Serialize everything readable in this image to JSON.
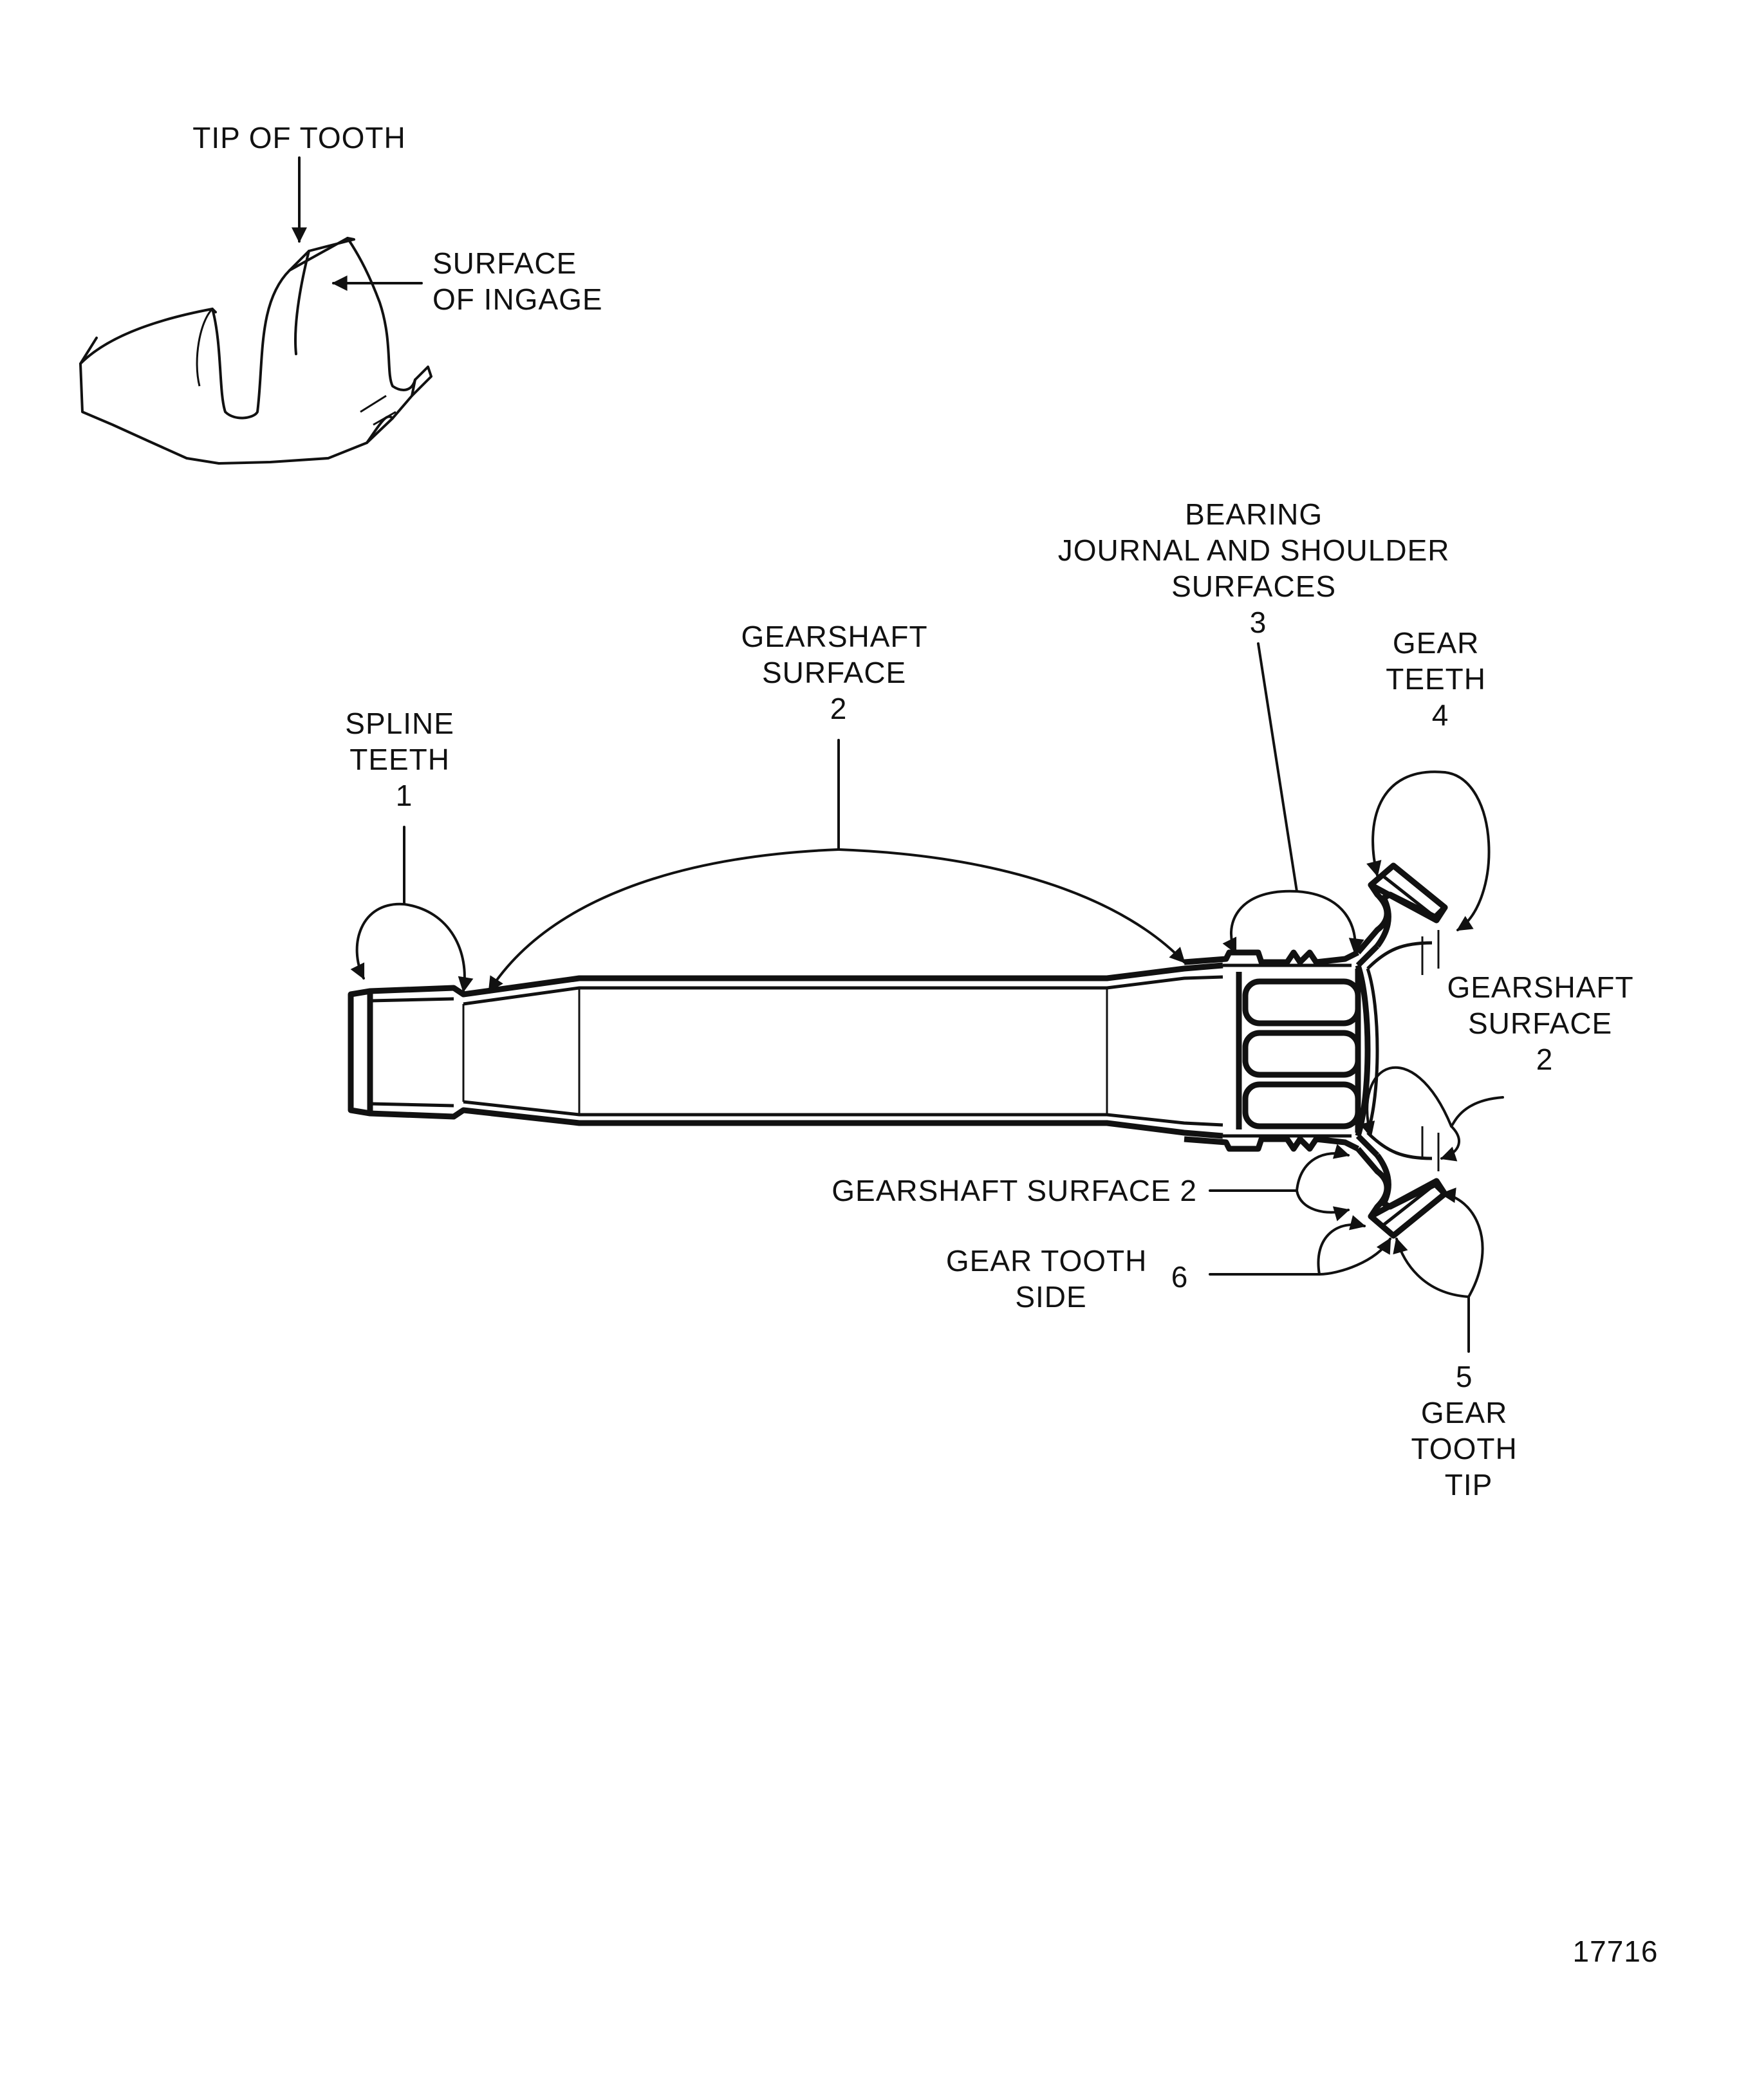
{
  "inset": {
    "tip_of_tooth": "TIP OF TOOTH",
    "surface_of_ingage": [
      "SURFACE",
      "OF INGAGE"
    ]
  },
  "labels": {
    "spline_teeth": [
      "SPLINE",
      "TEETH",
      "1"
    ],
    "gearshaft_surface_top": [
      "GEARSHAFT",
      "SURFACE",
      "2"
    ],
    "bearing_journal": [
      "BEARING",
      "JOURNAL AND SHOULDER",
      "SURFACES",
      "3"
    ],
    "gear_teeth": [
      "GEAR",
      "TEETH",
      "4"
    ],
    "gearshaft_surface_right": [
      "GEARSHAFT",
      "SURFACE",
      "2"
    ],
    "gearshaft_surface_lower": "GEARSHAFT SURFACE 2",
    "gear_tooth_side": [
      "GEAR TOOTH",
      "SIDE"
    ],
    "gear_tooth_side_number": "6",
    "gear_tooth_tip": [
      "5",
      "GEAR",
      "TOOTH",
      "TIP"
    ]
  },
  "figure_number": "17716"
}
